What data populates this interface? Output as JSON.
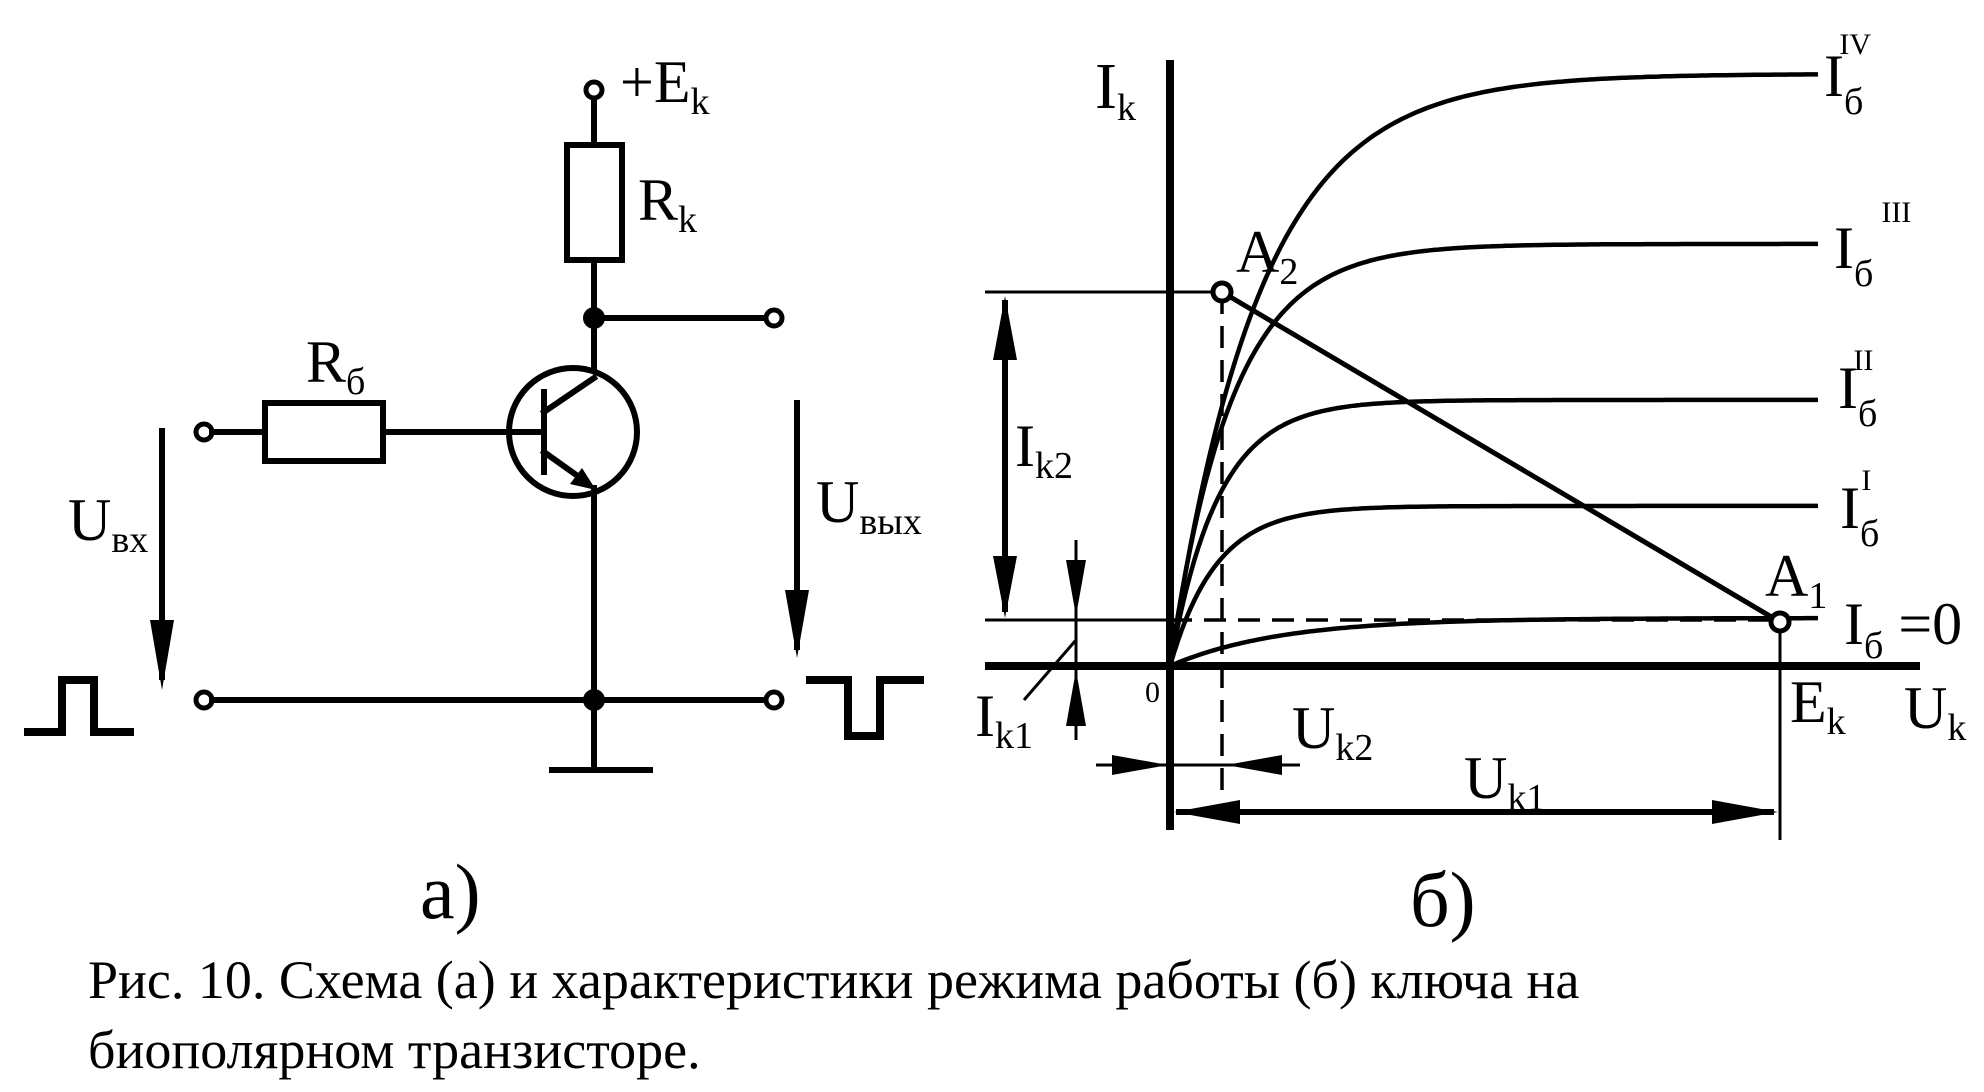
{
  "circuit": {
    "supply_main": "+E",
    "supply_sub": "k",
    "rk_main": "R",
    "rk_sub": "k",
    "rb_main": "R",
    "rb_sub": "б",
    "uin_main": "U",
    "uin_sub": "вх",
    "uout_main": "U",
    "uout_sub": "вых",
    "panel_label": "а)"
  },
  "plot": {
    "y_axis_main": "I",
    "y_axis_sub": "k",
    "x_axis_main": "U",
    "x_axis_sub": "k",
    "origin": "0",
    "ek_main": "E",
    "ek_sub": "k",
    "a1_main": "A",
    "a1_sub": "1",
    "a2_main": "A",
    "a2_sub": "2",
    "ik1_main": "I",
    "ik1_sub": "k1",
    "ik2_main": "I",
    "ik2_sub": "k2",
    "uk1_main": "U",
    "uk1_sub": "k1",
    "uk2_main": "U",
    "uk2_sub": "k2",
    "panel_label": "б)",
    "curves": [
      {
        "main": "I",
        "sub": "б",
        "sup": "IV"
      },
      {
        "main": "I",
        "sub": "б",
        "sup": "III"
      },
      {
        "main": "I",
        "sub": "б",
        "sup": "II"
      },
      {
        "main": "I",
        "sub": "б",
        "sup": "I"
      },
      {
        "main": "I",
        "sub": "б",
        "sup": "",
        "suffix": " =0"
      }
    ]
  },
  "caption": {
    "line1": "Рис. 10. Схема (а) и характеристики режима работы (б) ключа на",
    "line2": "биополярном транзисторе."
  }
}
